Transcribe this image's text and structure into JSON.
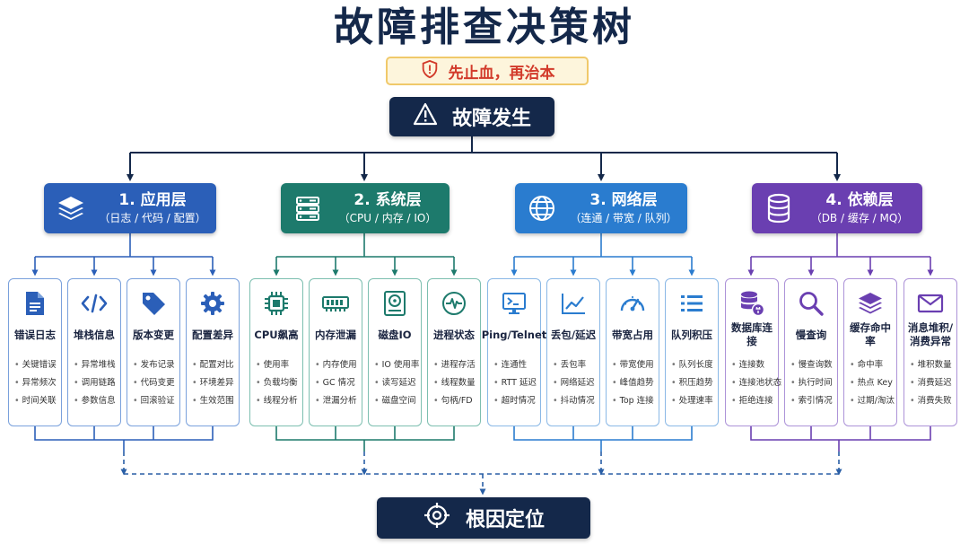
{
  "title": "故障排查决策树",
  "motto": "先止血，再治本",
  "start_node": "故障发生",
  "end_node": "根因定位",
  "layers": [
    {
      "title": "1. 应用层",
      "subtitle": "（日志 / 代码 / 配置）",
      "color": "#2b5fb8",
      "cards": [
        {
          "title": "错误日志",
          "icon": "document-icon",
          "items": [
            "关键错误",
            "异常频次",
            "时间关联"
          ]
        },
        {
          "title": "堆栈信息",
          "icon": "code-icon",
          "items": [
            "异常堆栈",
            "调用链路",
            "参数信息"
          ]
        },
        {
          "title": "版本变更",
          "icon": "tag-icon",
          "items": [
            "发布记录",
            "代码变更",
            "回滚验证"
          ]
        },
        {
          "title": "配置差异",
          "icon": "gear-icon",
          "items": [
            "配置对比",
            "环境差异",
            "生效范围"
          ]
        }
      ]
    },
    {
      "title": "2. 系统层",
      "subtitle": "（CPU / 内存 / IO）",
      "color": "#1d7a6c",
      "cards": [
        {
          "title": "CPU飙高",
          "icon": "cpu-icon",
          "items": [
            "使用率",
            "负载均衡",
            "线程分析"
          ]
        },
        {
          "title": "内存泄漏",
          "icon": "memory-icon",
          "items": [
            "内存使用",
            "GC 情况",
            "泄漏分析"
          ]
        },
        {
          "title": "磁盘IO",
          "icon": "disk-icon",
          "items": [
            "IO 使用率",
            "读写延迟",
            "磁盘空间"
          ]
        },
        {
          "title": "进程状态",
          "icon": "pulse-icon",
          "items": [
            "进程存活",
            "线程数量",
            "句柄/FD"
          ]
        }
      ]
    },
    {
      "title": "3. 网络层",
      "subtitle": "（连通 / 带宽 / 队列）",
      "color": "#2a7ccf",
      "cards": [
        {
          "title": "Ping/Telnet",
          "icon": "terminal-icon",
          "items": [
            "连通性",
            "RTT 延迟",
            "超时情况"
          ]
        },
        {
          "title": "丢包/延迟",
          "icon": "line-chart-icon",
          "items": [
            "丢包率",
            "网络延迟",
            "抖动情况"
          ]
        },
        {
          "title": "带宽占用",
          "icon": "gauge-icon",
          "items": [
            "带宽使用",
            "峰值趋势",
            "Top 连接"
          ]
        },
        {
          "title": "队列积压",
          "icon": "list-icon",
          "items": [
            "队列长度",
            "积压趋势",
            "处理速率"
          ]
        }
      ]
    },
    {
      "title": "4. 依赖层",
      "subtitle": "（DB / 缓存 / MQ）",
      "color": "#6a3fb1",
      "cards": [
        {
          "title": "数据库连接",
          "icon": "database-plug-icon",
          "items": [
            "连接数",
            "连接池状态",
            "拒绝连接"
          ]
        },
        {
          "title": "慢查询",
          "icon": "search-icon",
          "items": [
            "慢查询数",
            "执行时间",
            "索引情况"
          ]
        },
        {
          "title": "缓存命中率",
          "icon": "stack-icon",
          "items": [
            "命中率",
            "热点 Key",
            "过期/淘汰"
          ]
        },
        {
          "title": "消息堆积/消费异常",
          "icon": "mail-icon",
          "items": [
            "堆积数量",
            "消费延迟",
            "消费失败"
          ]
        }
      ]
    }
  ]
}
